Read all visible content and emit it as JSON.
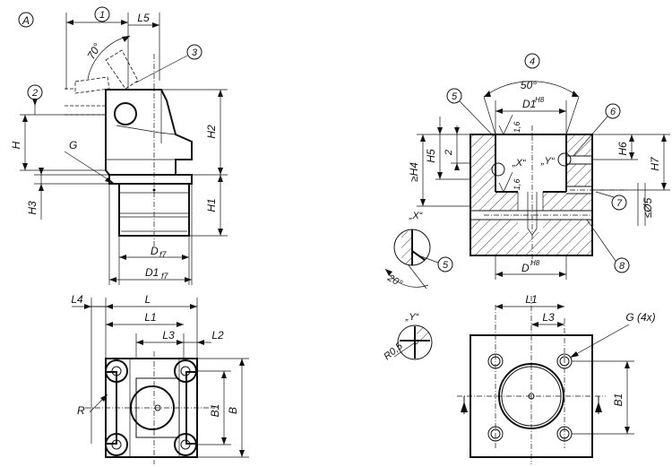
{
  "view_marker": "A",
  "callouts": {
    "c1": "1",
    "c2": "2",
    "c3": "3",
    "c4": "4",
    "c5": "5",
    "c6": "6",
    "c7": "7",
    "c8": "8"
  },
  "side_view": {
    "L5": "L5",
    "angle": "70°",
    "H": "H",
    "G": "G",
    "H2": "H2",
    "H3": "H3",
    "H1": "H1",
    "D": "D",
    "D_sub": "f7",
    "D1": "D1",
    "D1_sub": "f7"
  },
  "top_view": {
    "L4": "L4",
    "L": "L",
    "L1": "L1",
    "L3": "L3",
    "L2": "L2",
    "R": "R",
    "B1": "B1",
    "B": "B"
  },
  "section_view": {
    "angle": "50°",
    "D1": "D1",
    "D1_sup": "H8",
    "rough1": "1,6",
    "rough2": "1,6",
    "H4": "≥H4",
    "H5": "H5",
    "two": "2",
    "X": "„X“",
    "Y": "„Y“",
    "H6": "H6",
    "H7": "H7",
    "dia": "≤Ø5",
    "D": "D",
    "D_sup": "H8"
  },
  "detail_x": {
    "label": "„X“",
    "angle": "20°"
  },
  "detail_y": {
    "label": "„Y“",
    "radius": "R0,5"
  },
  "plan_view": {
    "L1": "L1",
    "L3": "L3",
    "G4x": "G (4x)",
    "B1": "B1"
  }
}
